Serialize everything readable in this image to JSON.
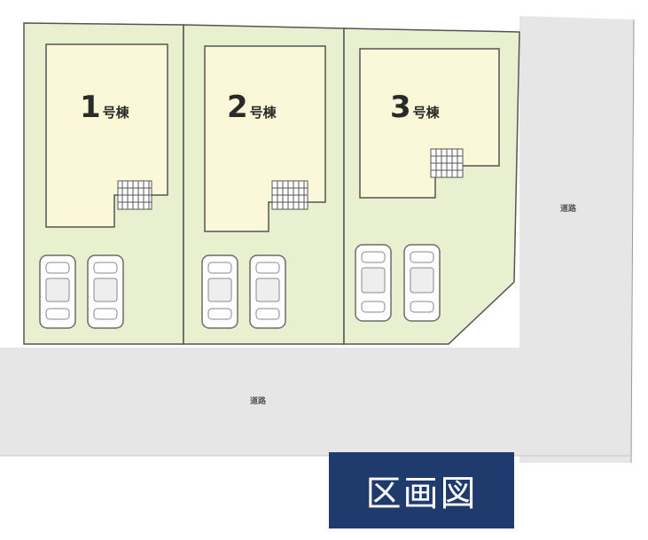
{
  "title": "区画図",
  "lots": [
    {
      "number": "1",
      "suffix": "号棟"
    },
    {
      "number": "2",
      "suffix": "号棟"
    },
    {
      "number": "3",
      "suffix": "号棟"
    }
  ],
  "roads": {
    "east_label": "道路",
    "south_label": "道路"
  },
  "colors": {
    "lot_fill": "#e8f0d0",
    "house_fill": "#fbf8d9",
    "road_fill": "#e6e6e6",
    "outline": "#555555",
    "title_bg": "#1f3b6e"
  }
}
